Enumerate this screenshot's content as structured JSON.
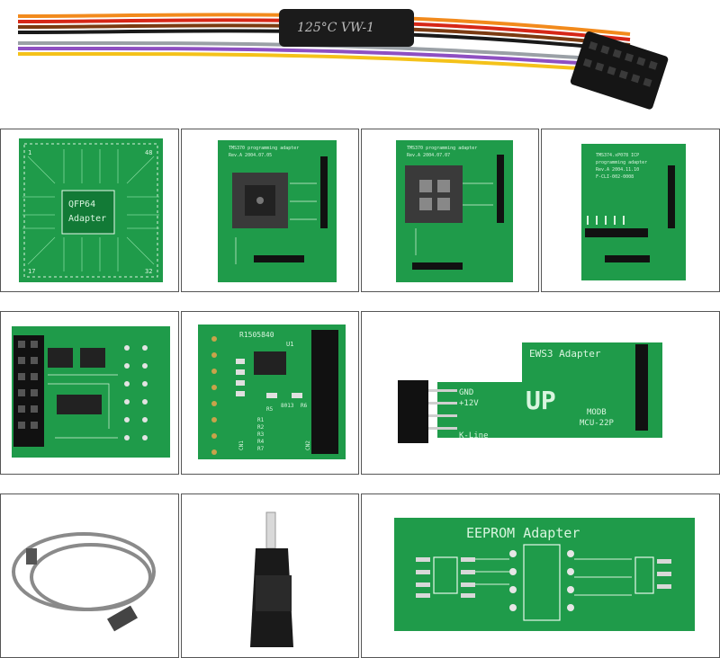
{
  "cable": {
    "print": "125°C VW-1"
  },
  "boards": {
    "qfp64": {
      "chip_line1": "QFP64",
      "chip_line2": "Adapter",
      "corner_tl": "1",
      "corner_tr": "48",
      "corner_bl": "17",
      "corner_br": "32"
    },
    "tms370": {
      "line1": "TMS370 programming adapter",
      "line2": "Rev.A   2004.07.05"
    },
    "tms370b": {
      "line1": "TMS370 programming adapter",
      "line2": "Rev.A   2004.07.07"
    },
    "tms374": {
      "line1": "TMS374.xP078 ICP",
      "line2": "programming adapter",
      "line3": "Rev.A  2004.11.10",
      "line4": "F-CLI-002-0008"
    },
    "r150": {
      "title": "R1505840",
      "u1": "U1",
      "r5": "R5",
      "r6": "R6",
      "code": "8013",
      "labels": [
        "R1",
        "R2",
        "R3",
        "R4",
        "R7"
      ],
      "cn1": "CN1",
      "cn2": "CN2"
    },
    "ews3": {
      "title": "EWS3 Adapter",
      "big": "UP",
      "gnd": "GND",
      "v12": "+12V",
      "kline": "K-Line",
      "modb": "MODB",
      "mcu": "MCU-22P"
    },
    "eeprom": {
      "title": "EEPROM Adapter"
    }
  },
  "colors": {
    "pcb": "#1f9b4a",
    "pcb_dark": "#17813c",
    "header": "#111111"
  }
}
